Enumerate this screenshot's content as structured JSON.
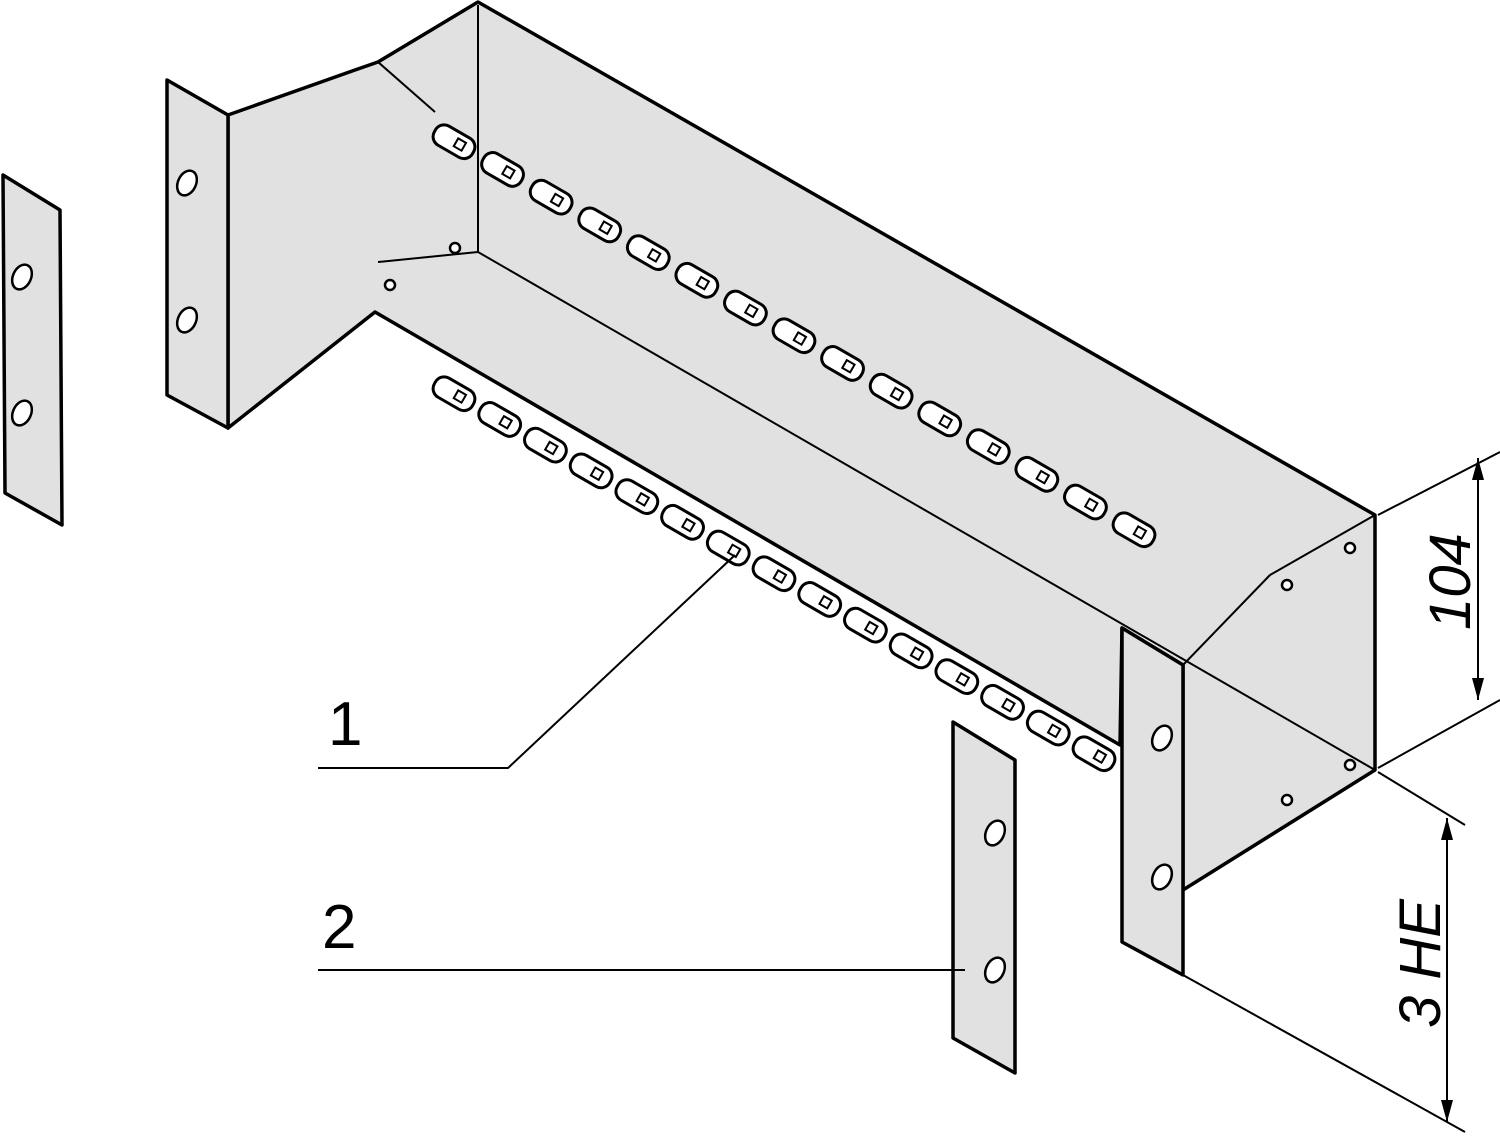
{
  "callouts": [
    {
      "number": "1"
    },
    {
      "number": "2"
    }
  ],
  "dimensions": {
    "height_value": "104",
    "units_value": "3 HE"
  },
  "colors": {
    "fill": "#e1e1e1",
    "stroke": "#000000"
  },
  "slot_count_per_row": 15
}
